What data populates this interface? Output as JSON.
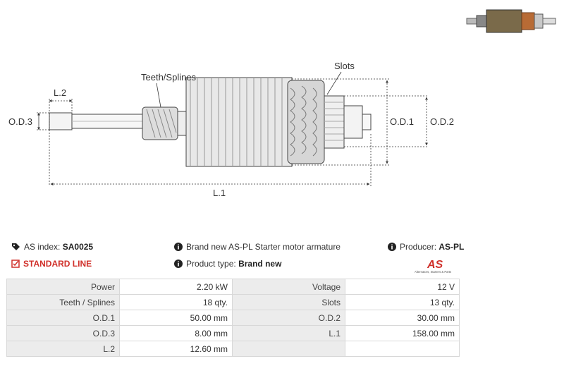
{
  "diagram": {
    "label_slots": "Slots",
    "label_teeth": "Teeth/Splines",
    "label_l2": "L.2",
    "label_od3": "O.D.3",
    "label_od1": "O.D.1",
    "label_od2": "O.D.2",
    "label_l1": "L.1"
  },
  "info": {
    "as_index_label": "AS index:",
    "as_index_value": "SA0025",
    "standard_line": "STANDARD LINE",
    "description": "Brand new AS-PL Starter motor armature",
    "product_type_label": "Product type:",
    "product_type_value": "Brand new",
    "producer_label": "Producer:",
    "producer_value": "AS-PL"
  },
  "logo": {
    "mark": "AS",
    "tagline": "Alternators, Starters & Parts"
  },
  "specs": [
    [
      "Power",
      "2.20 kW",
      "Voltage",
      "12 V"
    ],
    [
      "Teeth / Splines",
      "18 qty.",
      "Slots",
      "13 qty."
    ],
    [
      "O.D.1",
      "50.00 mm",
      "O.D.2",
      "30.00 mm"
    ],
    [
      "O.D.3",
      "8.00 mm",
      "L.1",
      "158.00 mm"
    ],
    [
      "L.2",
      "12.60 mm",
      "",
      ""
    ]
  ],
  "icons": {
    "tag": "tag-icon",
    "checkbox": "checkbox-icon",
    "info": "info-icon",
    "accent": "#d0302a"
  }
}
